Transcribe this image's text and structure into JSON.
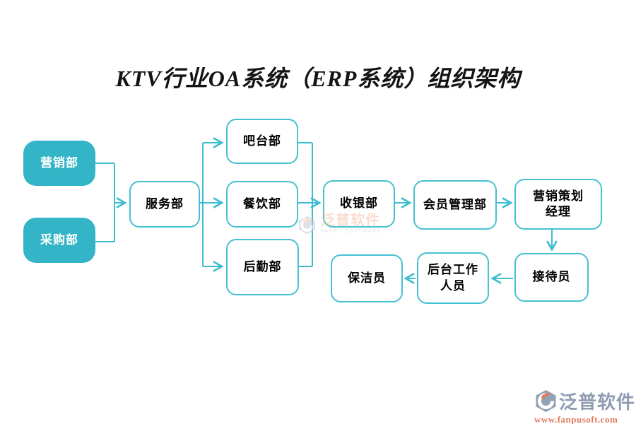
{
  "title": "KTV行业OA系统（ERP系统）组织架构",
  "nodes": {
    "marketing": {
      "label": "营销部"
    },
    "purchasing": {
      "label": "采购部"
    },
    "service": {
      "label": "服务部"
    },
    "bar": {
      "label": "吧台部"
    },
    "catering": {
      "label": "餐饮部"
    },
    "logistics": {
      "label": "后勤部"
    },
    "cashier": {
      "label": "收银部"
    },
    "membership": {
      "label": "会员管理部"
    },
    "planning_manager": {
      "label": "营销策划\n经理"
    },
    "receptionist": {
      "label": "接待员"
    },
    "backoffice": {
      "label": "后台工作\n人员"
    },
    "cleaner": {
      "label": "保洁员"
    }
  },
  "watermark": {
    "name": "泛普软件",
    "subtitle": "FANPU SOFTWARE"
  },
  "brand": {
    "name": "泛普软件",
    "url": "www.fanpusoft.com"
  },
  "colors": {
    "node_fill_teal": "#34b5c7",
    "node_border_teal": "#46c1d2",
    "connector_teal": "#3dbdcd",
    "title_text": "#141414",
    "brand_gray_blue": "#8f9bb1",
    "brand_coral": "#e0795c"
  }
}
